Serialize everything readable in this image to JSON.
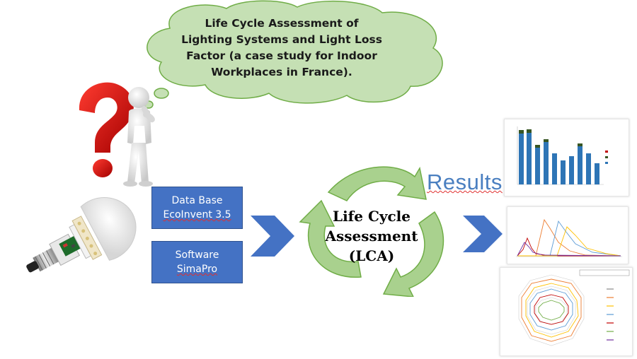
{
  "cloud": {
    "line1": "Life Cycle Assessment of",
    "line2": "Lighting Systems and Light Loss",
    "line3": "Factor (a case study for Indoor",
    "line4": "Workplaces in France)."
  },
  "database_box": {
    "line1": "Data Base",
    "line2": "EcoInvent 3.5"
  },
  "software_box": {
    "line1": "Software",
    "line2": "SimaPro"
  },
  "lca": {
    "line1": "Life Cycle",
    "line2": "Assessment",
    "line3": "(LCA)"
  },
  "results_label": "Results",
  "colors": {
    "cloud_fill": "#c5e0b4",
    "cloud_stroke": "#70ad47",
    "box_blue": "#4472c4",
    "chevron_blue": "#4472c4",
    "cycle_green": "#a9d18e",
    "results_blue": "#4a7fc0",
    "question_red": "#c00000"
  },
  "icons": [
    "question-mark-icon",
    "thinking-person-icon",
    "led-bulb-icon",
    "chevron-right-icon",
    "recycle-arrows-icon"
  ]
}
